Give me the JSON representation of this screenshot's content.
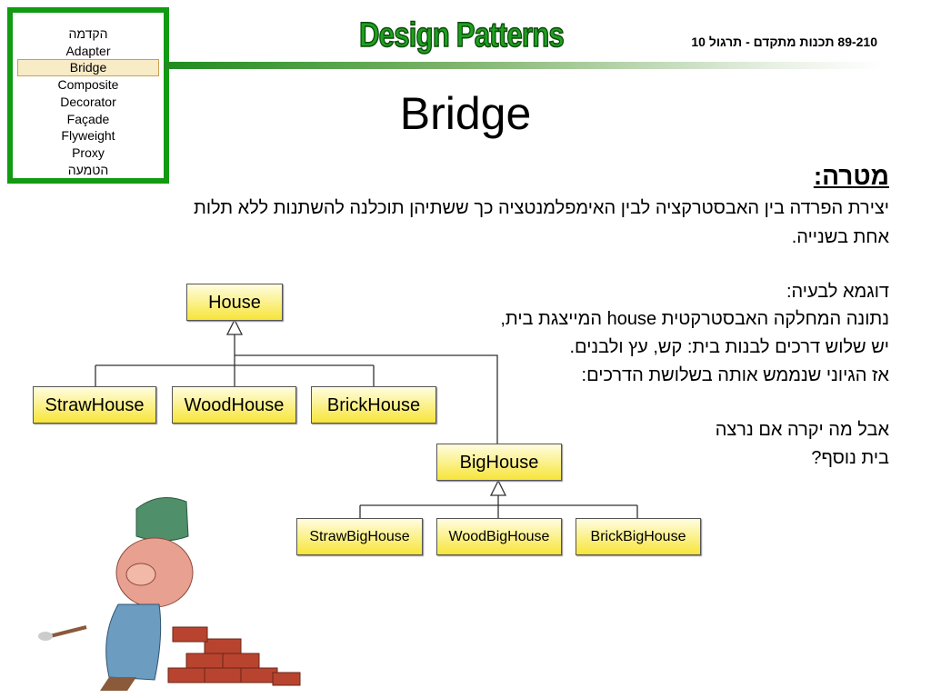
{
  "nav": {
    "items": [
      "הקדמה",
      "Adapter",
      "Bridge",
      "Composite",
      "Decorator",
      "Façade",
      "Flyweight",
      "Proxy",
      "הטמעה"
    ],
    "active": "Bridge"
  },
  "header": {
    "brand": "Design Patterns",
    "course": "89-210 תכנות מתקדם - תרגול 10"
  },
  "title": "Bridge",
  "body": {
    "goal_heading": "מטרה:",
    "goal_line1": "יצירת הפרדה בין האבסטרקציה לבין האימפלמנטציה כך ששתיהן תוכלנה להשתנות ללא תלות",
    "goal_line2": "אחת בשנייה.",
    "example_heading": "דוגמא לבעיה:",
    "line1": "נתונה המחלקה האבסטרקטית house המייצגת בית,",
    "line2": "יש שלוש דרכים לבנות בית: קש, עץ ולבנים.",
    "line3": "אז הגיוני שנממש אותה בשלושת הדרכים:",
    "line4": "אבל מה יקרה אם נרצה",
    "line5": "בית נוסף?"
  },
  "diagram": {
    "root": "House",
    "children": [
      "StrawHouse",
      "WoodHouse",
      "BrickHouse"
    ],
    "big": "BigHouse",
    "big_children": [
      "StrawBigHouse",
      "WoodBigHouse",
      "BrickBigHouse"
    ]
  },
  "colors": {
    "accent": "#129a12",
    "box_fill": "#f7e53a"
  }
}
